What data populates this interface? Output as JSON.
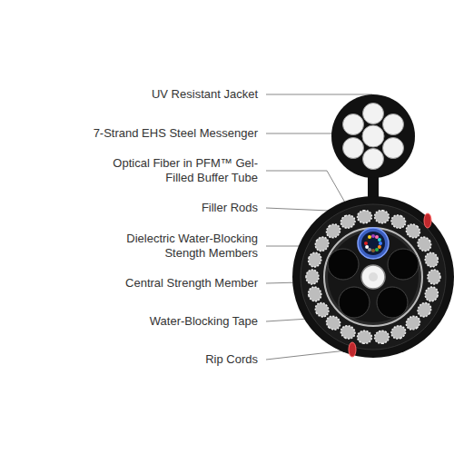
{
  "diagram": {
    "labels": [
      "UV Resistant Jacket",
      "7-Strand EHS Steel Messenger",
      "Optical Fiber in PFM™ Gel-Filled Buffer Tube",
      "Filler Rods",
      "Dielectric Water-Blocking Stength Members",
      "Central Strength Member",
      "Water-Blocking Tape",
      "Rip Cords"
    ]
  }
}
